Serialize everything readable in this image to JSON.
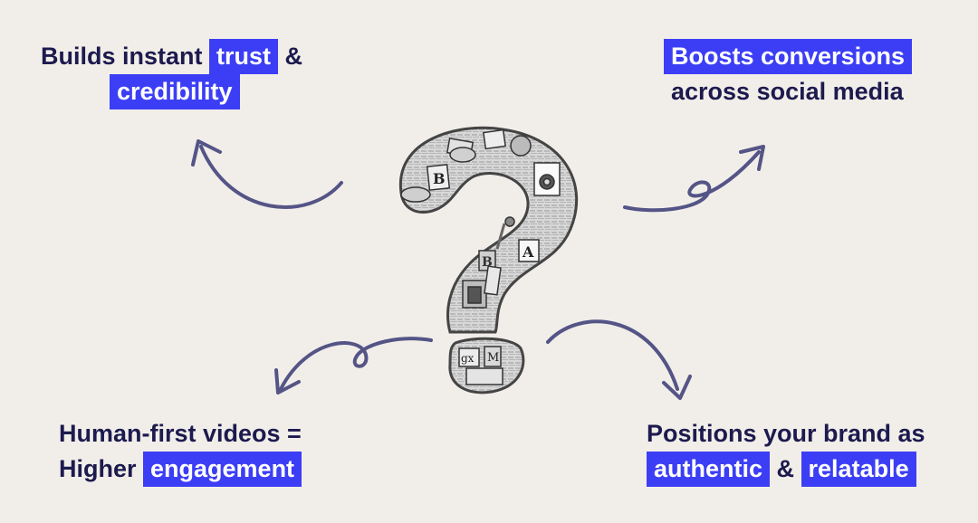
{
  "colors": {
    "background": "#f1eee9",
    "text": "#1c1a4e",
    "highlight": "#3c3ef5",
    "arrow": "#545486"
  },
  "callouts": {
    "top_left": {
      "part1": "Builds instant ",
      "highlight1": "trust",
      "part2": " &",
      "highlight2": "credibility"
    },
    "top_right": {
      "highlight1": "Boosts conversions",
      "line2": "across social media"
    },
    "bottom_left": {
      "line1": "Human-first videos =",
      "part2": "Higher ",
      "highlight1": "engagement"
    },
    "bottom_right": {
      "line1": "Positions your brand as",
      "highlight1": "authentic",
      "part2": " & ",
      "highlight2": "relatable"
    }
  },
  "illustration": {
    "icon": "question-mark-collage-icon"
  }
}
